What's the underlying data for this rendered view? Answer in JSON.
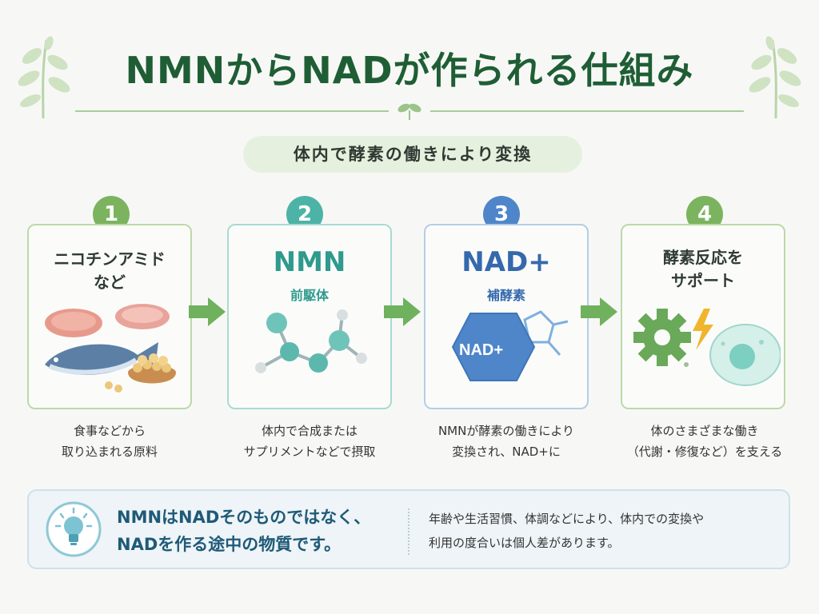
{
  "header": {
    "title": "NMNからNADが作られる仕組み",
    "subtitle_pill": "体内で酵素の働きにより変換"
  },
  "steps": [
    {
      "number": "1",
      "title_line1": "ニコチンアミド",
      "title_line2": "など",
      "desc_line1": "食事などから",
      "desc_line2": "取り込まれる原料",
      "color": "#7cb35f",
      "icon": "food-icon"
    },
    {
      "number": "2",
      "title": "NMN",
      "subtitle": "前駆体",
      "desc_line1": "体内で合成または",
      "desc_line2": "サプリメントなどで摂取",
      "color": "#4db3a6",
      "icon": "molecule-icon"
    },
    {
      "number": "3",
      "title": "NAD+",
      "subtitle": "補酵素",
      "hex_label": "NAD+",
      "desc_line1": "NMNが酵素の働きにより",
      "desc_line2": "変換され、NAD+に",
      "color": "#4f86c9",
      "icon": "coenzyme-icon"
    },
    {
      "number": "4",
      "title_line1": "酵素反応を",
      "title_line2": "サポート",
      "desc_line1": "体のさまざまな働き",
      "desc_line2": "（代謝・修復など）を支える",
      "color": "#7cb35f",
      "icon": "cell-support-icon"
    }
  ],
  "note": {
    "main_line1": "NMNはNADそのものではなく、",
    "main_line2": "NADを作る途中の物質です。",
    "side_line1": "年齢や生活習慣、体調などにより、体内での変換や",
    "side_line2": "利用の度合いは個人差があります。",
    "icon": "lightbulb-icon"
  }
}
